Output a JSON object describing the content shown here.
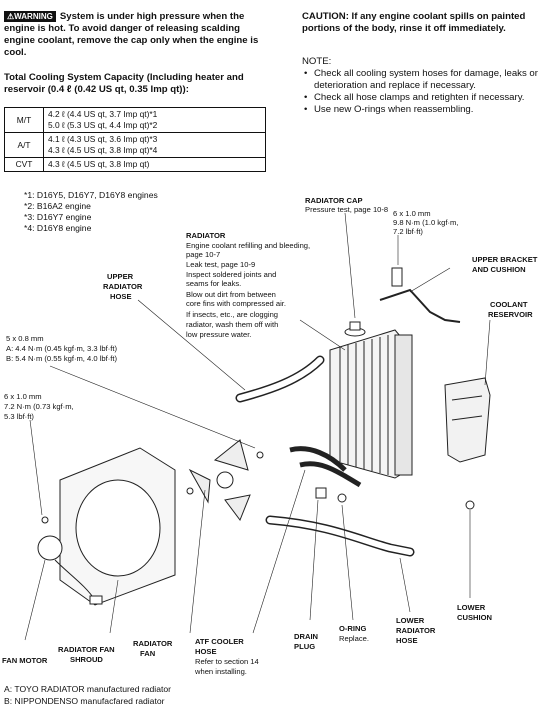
{
  "warning": {
    "badge": "⚠WARNING",
    "text": "System is under high pressure when the engine is hot. To avoid danger of releasing scalding engine coolant, remove the cap only when the engine is cool."
  },
  "caution": "CAUTION: If any engine coolant spills on painted portions of the body, rinse it off immediately.",
  "note": {
    "title": "NOTE:",
    "items": [
      "Check all cooling system hoses for damage, leaks or deterioration and replace if necessary.",
      "Check all hose clamps and retighten if necessary.",
      "Use new O-rings when reassembling."
    ]
  },
  "capacity": {
    "title": "Total Cooling System Capacity (Including heater and reservoir (0.4 ℓ (0.42 US qt, 0.35 Imp qt)):",
    "rows": [
      {
        "type": "M/T",
        "values": [
          "4.2 ℓ (4.4 US qt, 3.7 Imp qt)*1",
          "5.0 ℓ (5.3 US qt, 4.4 Imp qt)*2"
        ]
      },
      {
        "type": "A/T",
        "values": [
          "4.1 ℓ (4.3 US qt, 3.6 Imp qt)*3",
          "4.3 ℓ (4.5 US qt, 3.8 Imp qt)*4"
        ]
      },
      {
        "type": "CVT",
        "values": [
          "4.3 ℓ (4.5 US qt, 3.8 Imp qt)"
        ]
      }
    ]
  },
  "engines": [
    "*1: D16Y5, D16Y7, D16Y8 engines",
    "*2: B16A2 engine",
    "*3: D16Y7 engine",
    "*4: D16Y8 engine"
  ],
  "labels": {
    "radiator_cap_title": "RADIATOR CAP",
    "radiator_cap_sub": "Pressure test, page 10-8",
    "bolt6_top": "6 x 1.0 mm",
    "bolt6_top_torque": "9.8 N·m (1.0 kgf·m,",
    "bolt6_top_torque2": "7.2 lbf·ft)",
    "upper_bracket": "UPPER BRACKET",
    "upper_bracket2": "AND CUSHION",
    "coolant": "COOLANT",
    "coolant2": "RESERVOIR",
    "radiator_title": "RADIATOR",
    "radiator_lines": [
      "Engine coolant refilling and bleeding,",
      "page 10-7",
      "Leak test, page 10-9",
      "Inspect soldered joints and",
      "seams for leaks.",
      "Blow out dirt from between",
      "core fins with compressed air.",
      "If insects, etc., are clogging",
      "radiator, wash them off with",
      "low pressure water."
    ],
    "upper_hose": [
      "UPPER",
      "RADIATOR",
      "HOSE"
    ],
    "bolt5": "5 x 0.8 mm",
    "bolt5_a": "A: 4.4 N·m (0.45 kgf·m, 3.3 lbf·ft)",
    "bolt5_b": "B: 5.4 N·m (0.55 kgf·m, 4.0 lbf·ft)",
    "bolt6_left": [
      "6 x 1.0 mm",
      "7.2 N·m (0.73 kgf·m,",
      "5.3 lbf·ft)"
    ],
    "lower_cushion": [
      "LOWER",
      "CUSHION"
    ],
    "lower_hose": [
      "LOWER",
      "RADIATOR",
      "HOSE"
    ],
    "oring": "O-RING",
    "oring_sub": "Replace.",
    "drain": [
      "DRAIN",
      "PLUG"
    ],
    "atf": [
      "ATF COOLER",
      "HOSE"
    ],
    "atf_sub": [
      "Refer to section 14",
      "when installing."
    ],
    "rad_fan": [
      "RADIATOR",
      "FAN"
    ],
    "shroud": [
      "RADIATOR FAN",
      "SHROUD"
    ],
    "fan_motor": "FAN MOTOR"
  },
  "footer": {
    "a": "A: TOYO RADIATOR manufactured radiator",
    "b": "B: NIPPONDENSO manufacfared radiator"
  }
}
